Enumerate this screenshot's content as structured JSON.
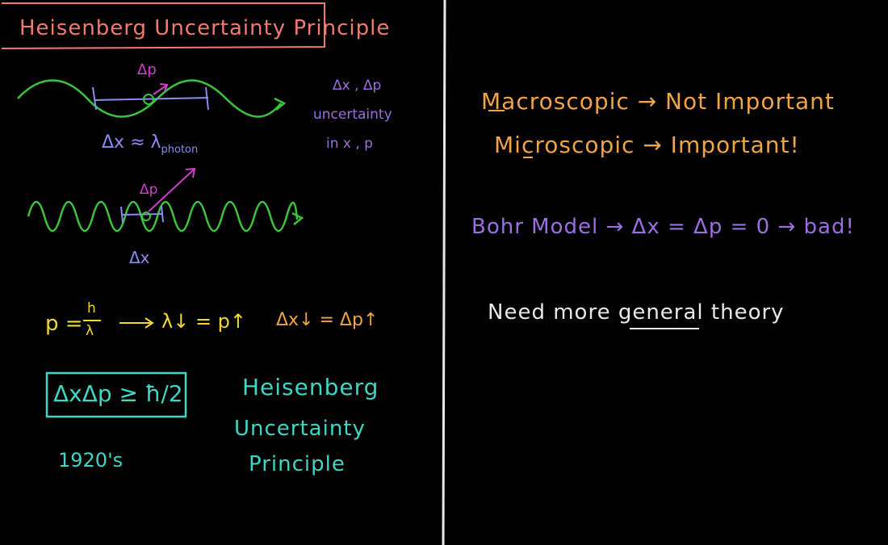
{
  "title": "Heisenberg Uncertainty Principle",
  "left": {
    "wave1_dp": "Δp",
    "wave1_dx": "Δx ≈ λ",
    "wave1_sub": "photon",
    "note_line1": "Δx , Δp",
    "note_line2": "uncertainty",
    "note_line3": "in x , p",
    "wave2_dp": "Δp",
    "wave2_dx": "Δx",
    "formula_p": "p = ",
    "formula_h": "h",
    "formula_lambda": "λ",
    "formula_rel": "λ↓ = p↑",
    "formula_delta": "Δx↓ = Δp↑",
    "box_formula": "ΔxΔp ≥ ħ/2",
    "date": "1920's",
    "name_line1": "Heisenberg",
    "name_line2": "Uncertainty",
    "name_line3": "Principle"
  },
  "right": {
    "line1": "Macroscopic → Not Important",
    "line2": "Microscopic → Important!",
    "line3": "Bohr Model → Δx = Δp = 0 → bad!",
    "line4_pre": "Need  more  ",
    "line4_general": "general",
    "line4_post": "  theory"
  },
  "colors": {
    "title": "#f07a70",
    "wave": "#3cc43c",
    "purple": "#9b6fe0",
    "orange": "#f0a446",
    "yellow": "#f0d830",
    "cyan": "#3fd6c6",
    "white": "#e8e8e8",
    "magenta": "#d040c8"
  }
}
